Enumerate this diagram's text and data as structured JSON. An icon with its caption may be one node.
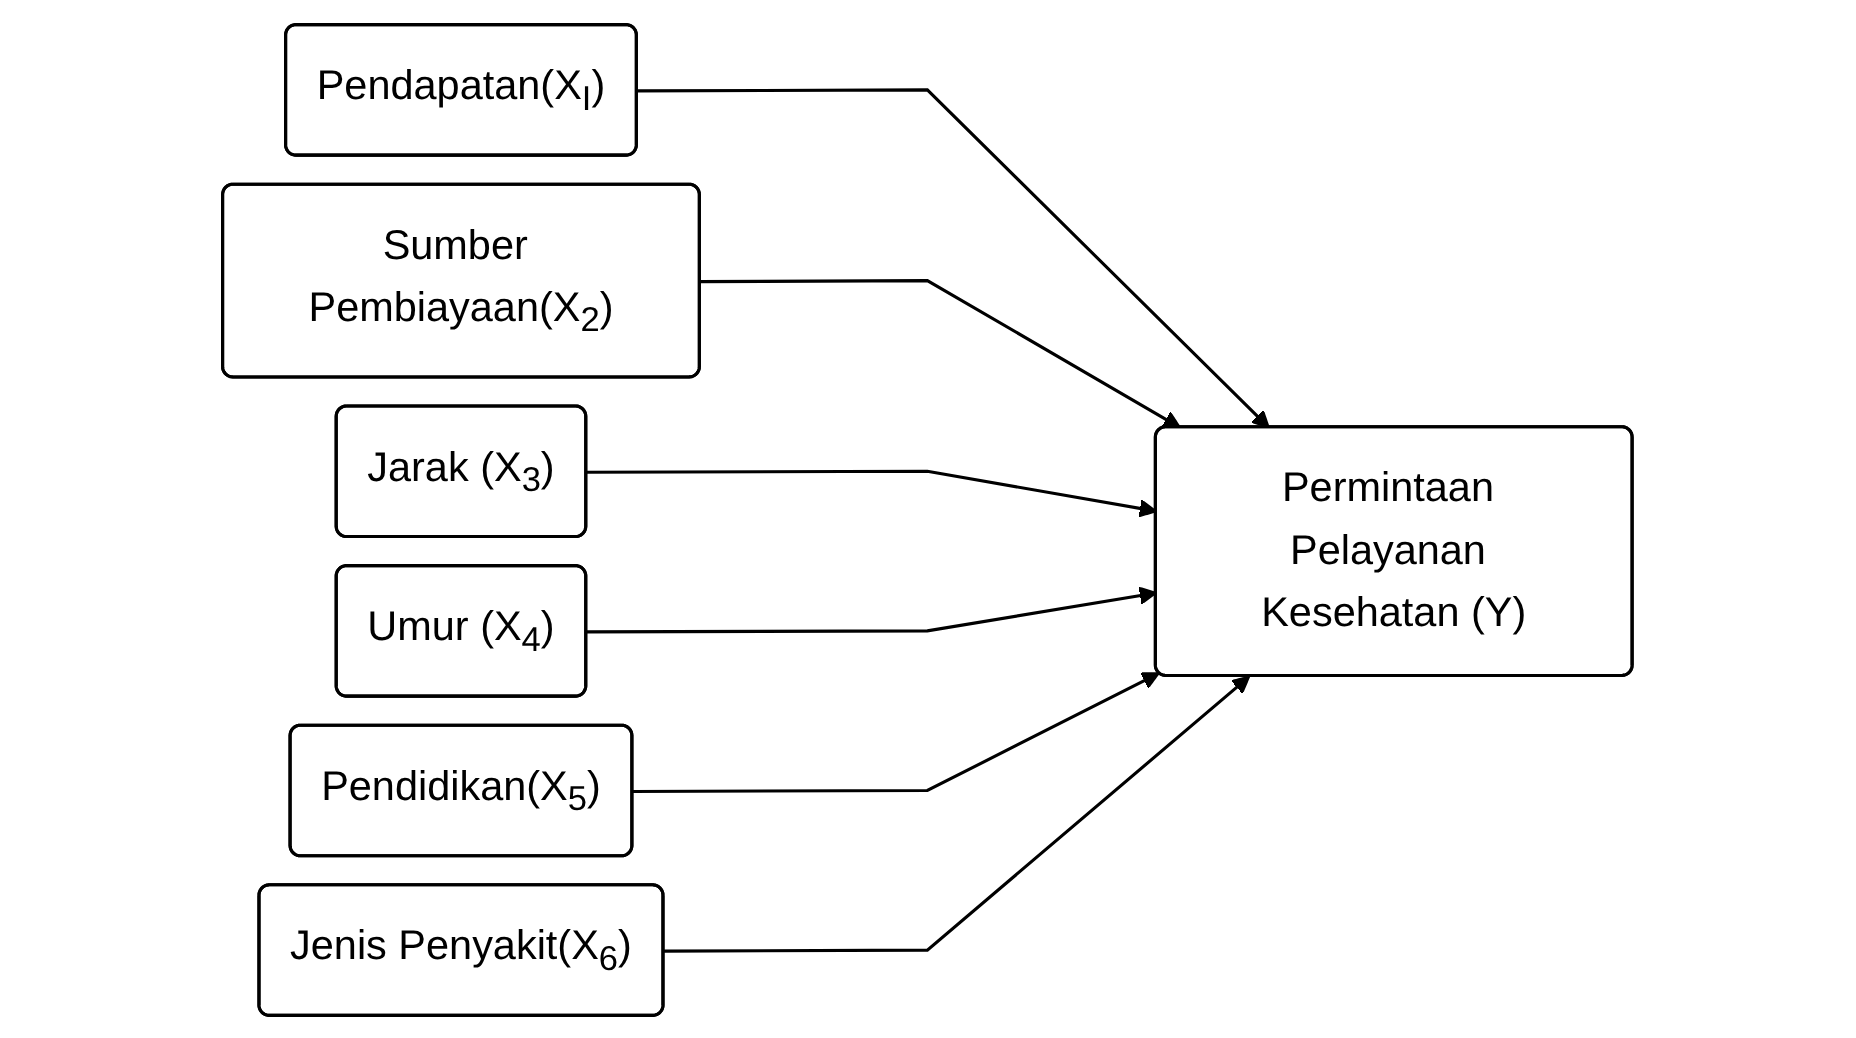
{
  "diagram": {
    "nodes": [
      {
        "text": [
          "Pendapatan(X$_{I}$)"
        ]
      },
      {
        "text": [
          "Sumber Pembiayaan(X$_{2}$)"
        ]
      },
      {
        "text": [
          "Jarak (X$_{3}$)"
        ]
      },
      {
        "text": [
          "Umur (X$_{4}$)"
        ]
      },
      {
        "text": [
          "Pendidikan(X$_{5}$)"
        ]
      },
      {
        "text": [
          "Jenis Penyakit(X$_{6}$)"
        ]
      },
      {
        "text": [
          "Permintaan Pelayanan Kesehatan (Y)"
        ]
      }
    ],
    "edges": [
      {
        "from": 0,
        "to": 6,
        "arrow": "to"
      },
      {
        "from": 1,
        "to": 6,
        "arrow": "to"
      },
      {
        "from": 2,
        "to": 6,
        "arrow": "to"
      },
      {
        "from": 3,
        "to": 6,
        "arrow": "to"
      },
      {
        "from": 4,
        "to": 6,
        "arrow": "to"
      },
      {
        "from": 5,
        "to": 6,
        "arrow": "to"
      }
    ]
  }
}
